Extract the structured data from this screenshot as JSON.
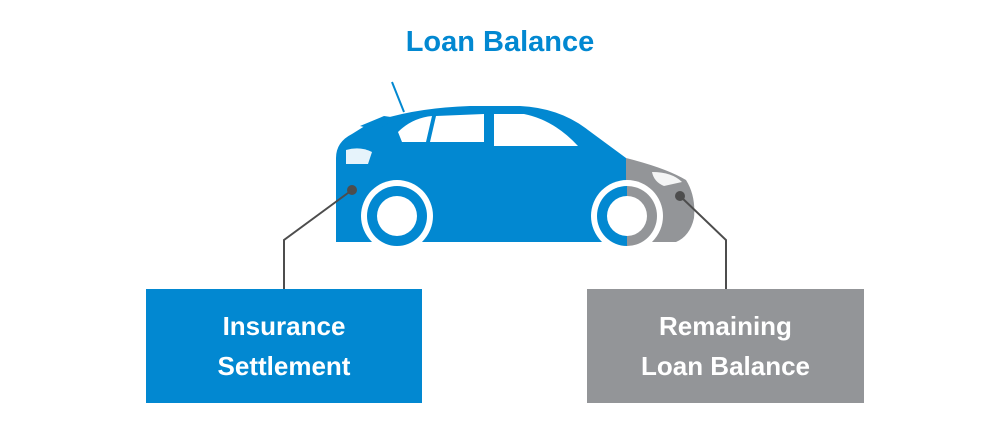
{
  "title": "Loan Balance",
  "colors": {
    "accent_blue": "#0288d1",
    "gray": "#939598",
    "connector": "#4d4d4d",
    "wheel_hub": "#ffffff"
  },
  "left_box": {
    "line1": "Insurance",
    "line2": "Settlement"
  },
  "right_box": {
    "line1": "Remaining",
    "line2": "Loan Balance"
  },
  "icons": {
    "car": "car-side-icon"
  }
}
